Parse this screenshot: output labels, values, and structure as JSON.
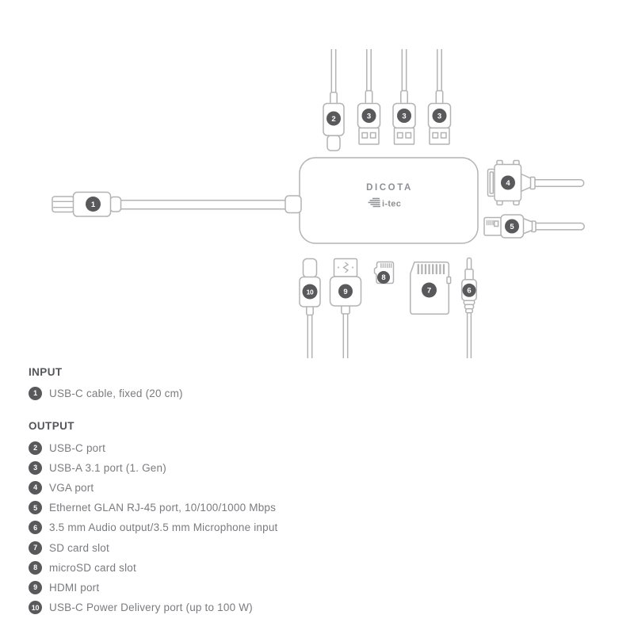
{
  "page": {
    "background": "#ffffff"
  },
  "brand": {
    "name": "DICOTA",
    "logo": "i-tec"
  },
  "colors": {
    "outline": "#b3b3b4",
    "badge": "#59595b",
    "badge_text": "#ffffff",
    "brand_text": "#8e9093",
    "heading_text": "#55565a",
    "label_text": "#7a7b7e"
  },
  "diagram": {
    "badges": {
      "1": "1",
      "2": "2",
      "3": "3",
      "4": "4",
      "5": "5",
      "6": "6",
      "7": "7",
      "8": "8",
      "9": "9",
      "10": "10"
    }
  },
  "legend": {
    "sections": [
      {
        "heading": "INPUT",
        "items": [
          {
            "num": "1",
            "label": "USB-C cable, fixed (20 cm)"
          }
        ]
      },
      {
        "heading": "OUTPUT",
        "items": [
          {
            "num": "2",
            "label": "USB-C port"
          },
          {
            "num": "3",
            "label": "USB-A 3.1 port (1. Gen)"
          },
          {
            "num": "4",
            "label": "VGA port"
          },
          {
            "num": "5",
            "label": "Ethernet GLAN RJ-45 port, 10/100/1000 Mbps"
          },
          {
            "num": "6",
            "label": "3.5 mm Audio output/3.5 mm Microphone input"
          },
          {
            "num": "7",
            "label": "SD card slot"
          },
          {
            "num": "8",
            "label": "microSD card slot"
          },
          {
            "num": "9",
            "label": "HDMI port"
          },
          {
            "num": "10",
            "label": "USB-C Power Delivery port (up to 100 W)"
          }
        ]
      }
    ]
  }
}
